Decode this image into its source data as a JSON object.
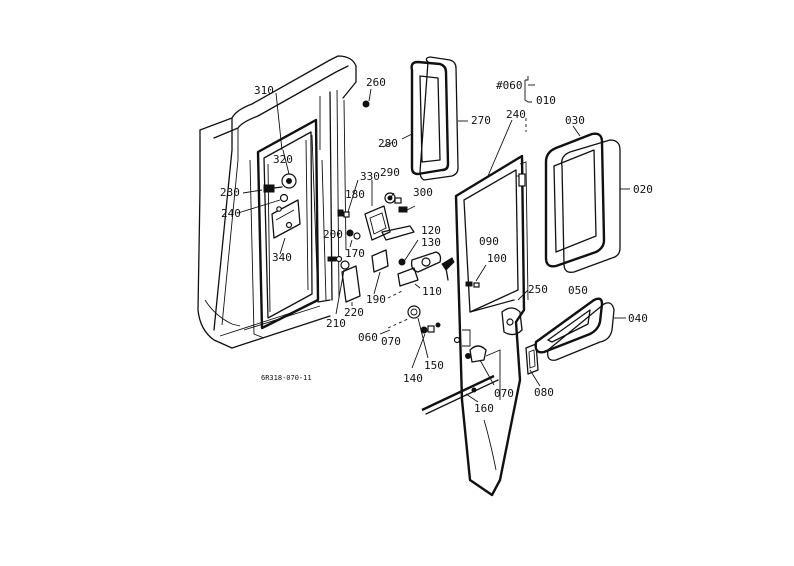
{
  "drawing_code": "6R318-070-11",
  "part_labels": {
    "p010": "010",
    "p020": "020",
    "p030": "030",
    "p040": "040",
    "p050": "050",
    "p060_group": "#060",
    "p060": "060",
    "p070": "070",
    "p070b": "070",
    "p080": "080",
    "p090": "090",
    "p100": "100",
    "p110": "110",
    "p120": "120",
    "p130": "130",
    "p140": "140",
    "p150": "150",
    "p160": "160",
    "p170": "170",
    "p180": "180",
    "p190": "190",
    "p200": "200",
    "p210": "210",
    "p220": "220",
    "p230": "230",
    "p240": "240",
    "p240b": "240",
    "p250": "250",
    "p260": "260",
    "p270": "270",
    "p280": "280",
    "p290": "290",
    "p300": "300",
    "p310": "310",
    "p320": "320",
    "p330": "330",
    "p340": "340"
  },
  "colors": {
    "ink": "#111111",
    "paper": "#ffffff"
  }
}
